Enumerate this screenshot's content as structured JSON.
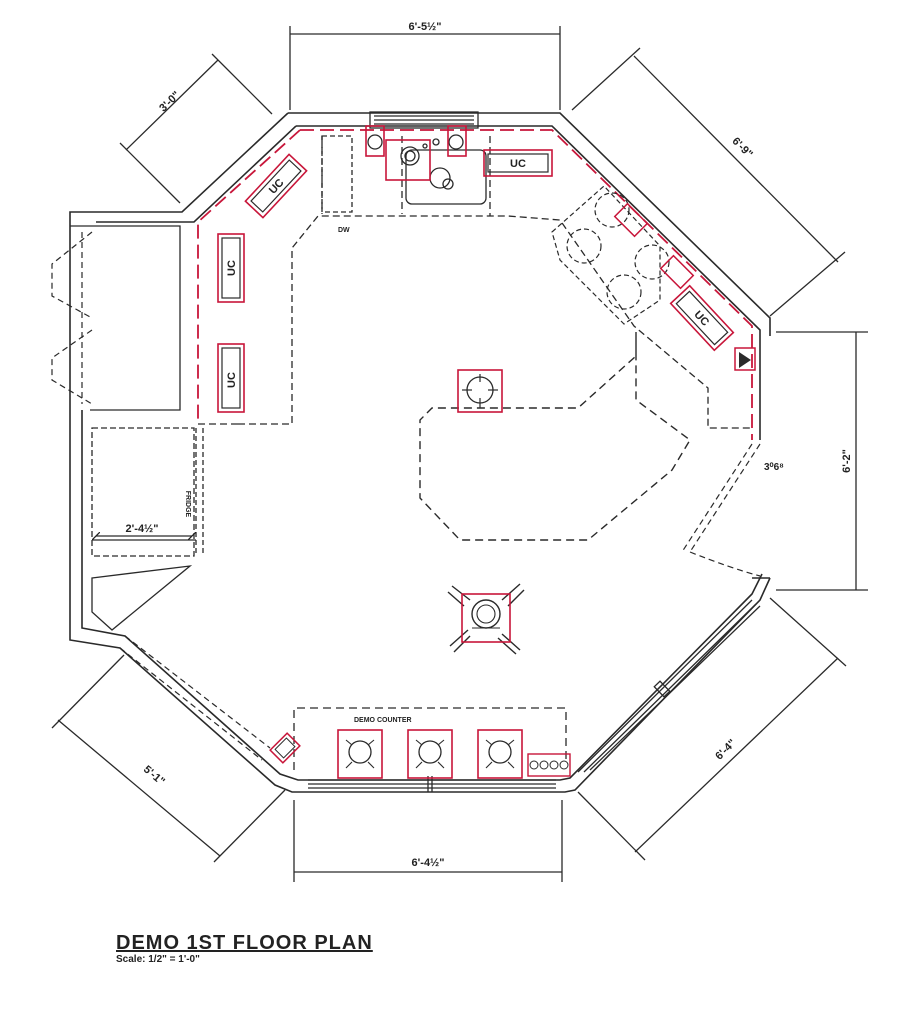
{
  "colors": {
    "ink": "#2a2a2a",
    "counter_red": "#c8163a",
    "background": "#ffffff"
  },
  "dimensions": {
    "top": "6'-5½\"",
    "top_left_angle": "3'-0\"",
    "top_right_angle": "6'-9\"",
    "right": "6'-2\"",
    "bottom_right_angle": "6'-4\"",
    "bottom": "6'-4½\"",
    "bottom_left_angle": "5'-1\"",
    "fridge_width": "2'-4½\""
  },
  "labels": {
    "uc": "UC",
    "dw": "DW",
    "fridge": "FRIDGE",
    "door_size": "3⁰6⁸",
    "demo_counter": "DEMO COUNTER"
  },
  "title": "DEMO 1ST FLOOR PLAN",
  "scale": "Scale: 1/2\" = 1'-0\""
}
